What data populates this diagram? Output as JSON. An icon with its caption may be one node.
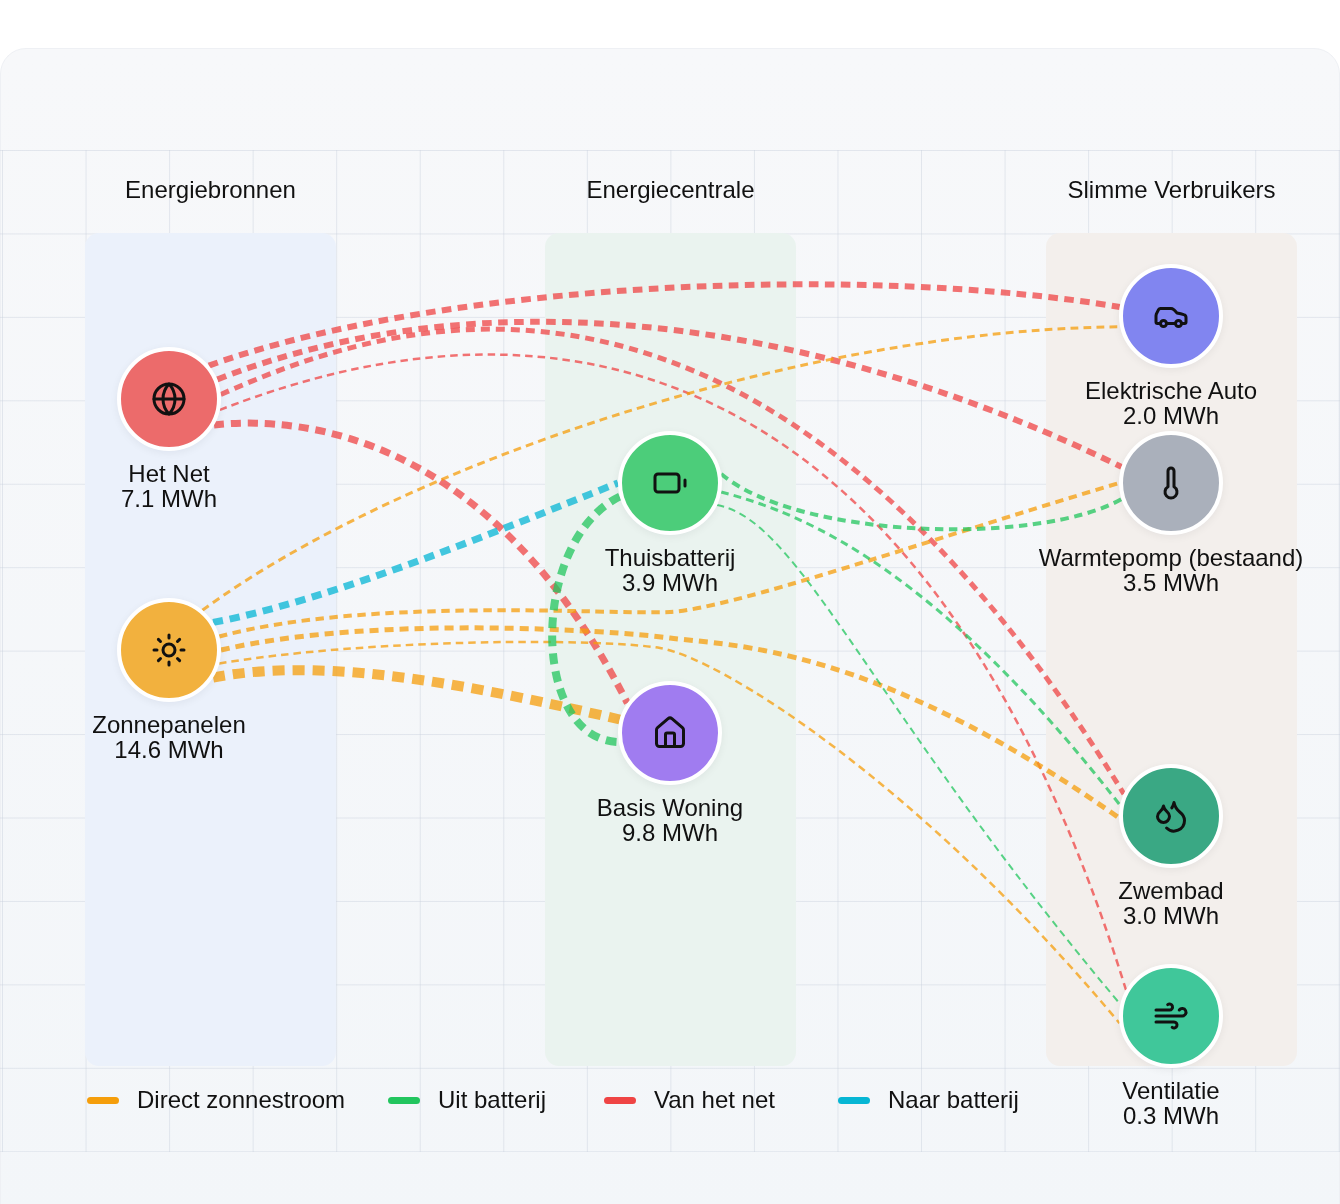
{
  "diagram": {
    "nodes": [
      {
        "text": [
          "Energiebronnen"
        ]
      },
      {
        "text": [
          "Het Net",
          "7.1 MWh"
        ],
        "in": 0
      },
      {
        "text": [
          "Zonnepanelen",
          "14.6 MWh"
        ],
        "in": 0
      },
      {
        "text": [
          "Energiecentrale"
        ]
      },
      {
        "text": [
          "Thuisbatterij",
          "3.9 MWh"
        ],
        "in": 3
      },
      {
        "text": [
          "Basis Woning",
          "9.8 MWh"
        ],
        "in": 3
      },
      {
        "text": [
          "Slimme Verbruikers"
        ]
      },
      {
        "text": [
          "Elektrische Auto",
          "2.0 MWh"
        ],
        "in": 6
      },
      {
        "text": [
          "Warmtepomp (bestaand)",
          "3.5 MWh"
        ],
        "in": 6
      },
      {
        "text": [
          "Zwembad",
          "3.0 MWh"
        ],
        "in": 6
      },
      {
        "text": [
          "Ventilatie",
          "0.3 MWh"
        ],
        "in": 6
      }
    ],
    "edges": [
      {
        "from": 1,
        "to": 7,
        "arrow": "none",
        "style": "dashed",
        "color": "#ef4444"
      },
      {
        "from": 1,
        "to": 8,
        "arrow": "none",
        "style": "dashed",
        "color": "#ef4444"
      },
      {
        "from": 1,
        "to": 9,
        "arrow": "none",
        "style": "dashed",
        "color": "#ef4444"
      },
      {
        "from": 1,
        "to": 10,
        "arrow": "none",
        "style": "dashed",
        "color": "#ef4444"
      },
      {
        "from": 1,
        "to": 5,
        "arrow": "none",
        "style": "dashed",
        "color": "#ef4444"
      },
      {
        "from": 2,
        "to": 5,
        "arrow": "none",
        "style": "dashed",
        "color": "#f59e0b"
      },
      {
        "from": 2,
        "to": 7,
        "arrow": "none",
        "style": "dashed",
        "color": "#f59e0b"
      },
      {
        "from": 2,
        "to": 8,
        "arrow": "none",
        "style": "dashed",
        "color": "#f59e0b"
      },
      {
        "from": 2,
        "to": 9,
        "arrow": "none",
        "style": "dashed",
        "color": "#f59e0b"
      },
      {
        "from": 2,
        "to": 10,
        "arrow": "none",
        "style": "dashed",
        "color": "#f59e0b"
      },
      {
        "from": 2,
        "to": 4,
        "arrow": "none",
        "style": "dashed",
        "color": "#06b6d4"
      },
      {
        "from": 4,
        "to": 5,
        "arrow": "none",
        "style": "dashed",
        "color": "#22c55e"
      },
      {
        "from": 4,
        "to": 8,
        "arrow": "none",
        "style": "dashed",
        "color": "#22c55e"
      },
      {
        "from": 4,
        "to": 9,
        "arrow": "none",
        "style": "dashed",
        "color": "#22c55e"
      },
      {
        "from": 4,
        "to": 10,
        "arrow": "none",
        "style": "dashed",
        "color": "#22c55e"
      }
    ],
    "legend": [
      {
        "text": "Direct zonnestroom",
        "color": "#f59e0b"
      },
      {
        "text": "Uit batterij",
        "color": "#22c55e"
      },
      {
        "text": "Van het net",
        "color": "#ef4444"
      },
      {
        "text": "Naar batterij",
        "color": "#06b6d4"
      }
    ]
  }
}
